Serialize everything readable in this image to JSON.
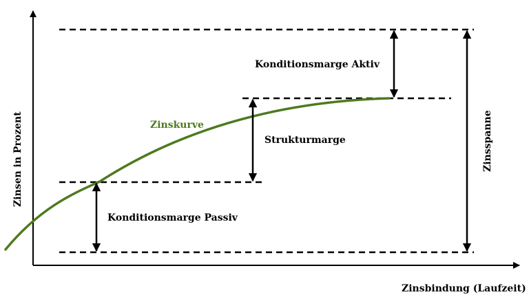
{
  "diagram": {
    "x_axis_label": "Zinsbindung (Laufzeit)",
    "y_axis_label": "Zinsen in Prozent",
    "curve_label": "Zinskurve",
    "label_konditionsmarge_aktiv": "Konditionsmarge Aktiv",
    "label_strukturmarge": "Strukturmarge",
    "label_konditionsmarge_passiv": "Konditionsmarge Passiv",
    "label_zinsspanne": "Zinsspanne"
  },
  "colors": {
    "curve": "#4e7a1f",
    "lines": "#000000"
  }
}
